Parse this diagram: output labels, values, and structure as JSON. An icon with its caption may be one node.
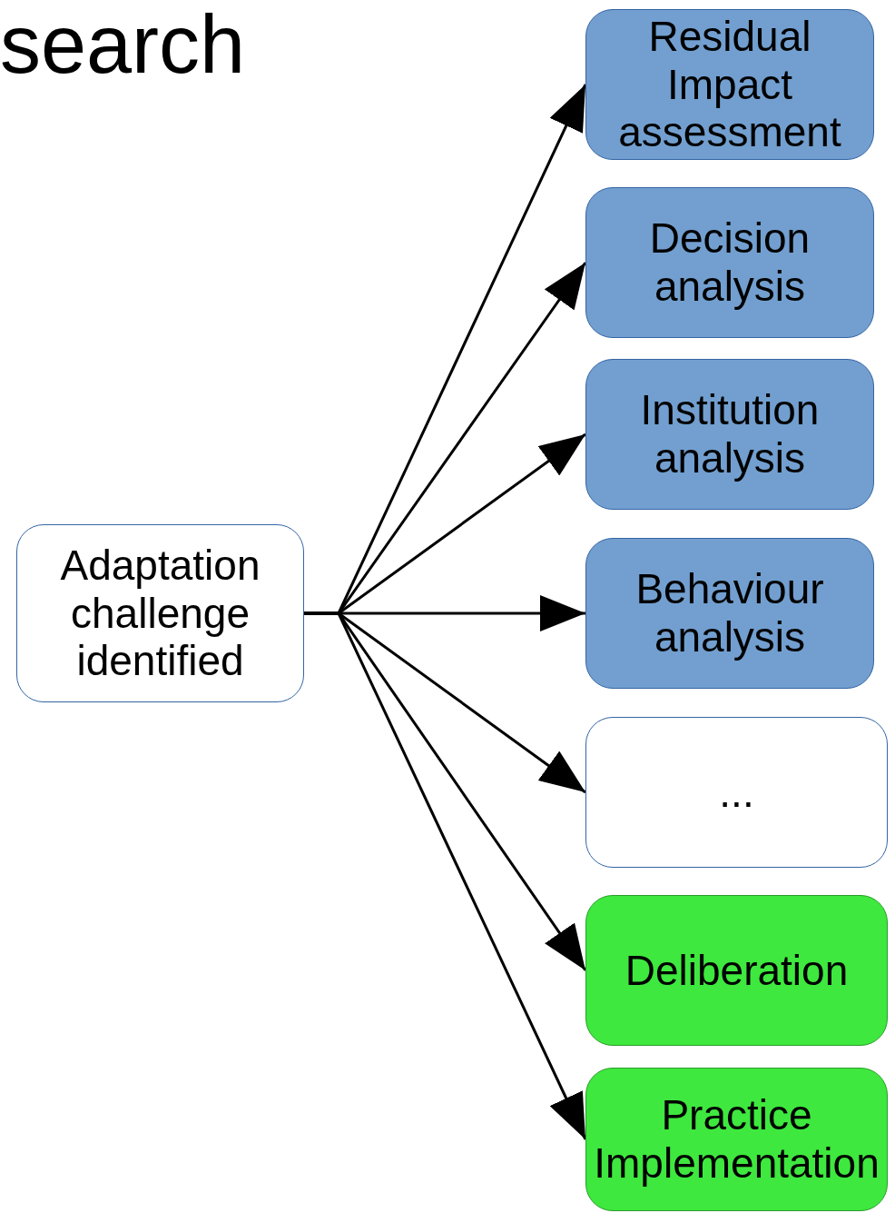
{
  "diagram": {
    "title": "search",
    "nodes": [
      {
        "text": [
          "Adaptation challenge identified"
        ]
      },
      {
        "text": [
          "Residual Impact assessment"
        ]
      },
      {
        "text": [
          "Decision analysis"
        ]
      },
      {
        "text": [
          "Institution analysis"
        ]
      },
      {
        "text": [
          "Behaviour analysis"
        ]
      },
      {
        "text": [
          "..."
        ]
      },
      {
        "text": [
          "Deliberation"
        ]
      },
      {
        "text": [
          "Practice Implementation"
        ]
      }
    ],
    "edges": [
      {
        "from": 0,
        "to": 1,
        "arrow": "to"
      },
      {
        "from": 0,
        "to": 2,
        "arrow": "to"
      },
      {
        "from": 0,
        "to": 3,
        "arrow": "to"
      },
      {
        "from": 0,
        "to": 4,
        "arrow": "to"
      },
      {
        "from": 0,
        "to": 5,
        "arrow": "to"
      },
      {
        "from": 0,
        "to": 6,
        "arrow": "to"
      },
      {
        "from": 0,
        "to": 7,
        "arrow": "to"
      }
    ]
  }
}
